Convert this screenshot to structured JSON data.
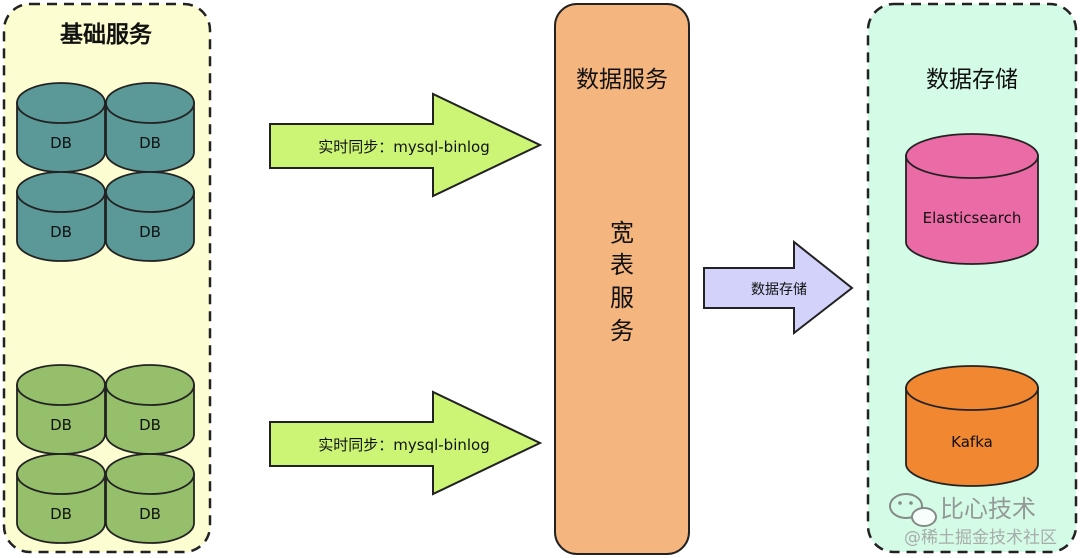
{
  "left_group": {
    "title": "基础服务",
    "top_cluster": {
      "color": "#5b9898",
      "db_labels": [
        "DB",
        "DB",
        "DB",
        "DB"
      ]
    },
    "bottom_cluster": {
      "color": "#96bf6c",
      "db_labels": [
        "DB",
        "DB",
        "DB",
        "DB"
      ]
    }
  },
  "arrows": {
    "sync_top": "实时同步：mysql-binlog",
    "sync_bottom": "实时同步：mysql-binlog",
    "store": "数据存储"
  },
  "middle": {
    "title": "数据服务",
    "subtitle": [
      "宽",
      "表",
      "服",
      "务"
    ]
  },
  "right_group": {
    "title": "数据存储",
    "stores": [
      {
        "label": "Elasticsearch",
        "color": "#ea6ba6"
      },
      {
        "label": "Kafka",
        "color": "#f18731"
      }
    ]
  },
  "watermark": {
    "brand": "比心技术",
    "source": "@稀土掘金技术社区"
  }
}
